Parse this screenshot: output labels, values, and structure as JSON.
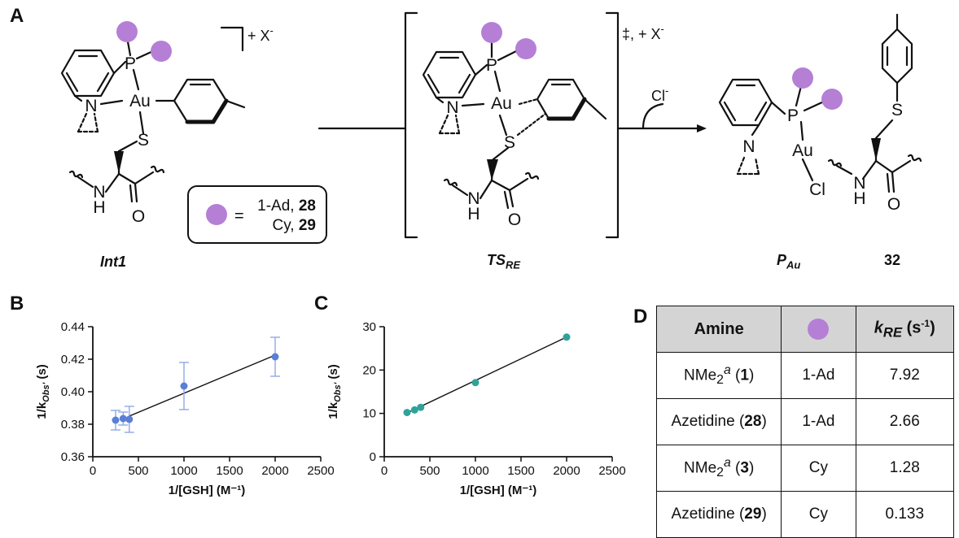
{
  "figure": {
    "panels": {
      "a": "A",
      "b": "B",
      "c": "C",
      "d": "D"
    },
    "scheme": {
      "int1_label": "Int1",
      "ts_label_main": "TS",
      "ts_label_sub": "RE",
      "pau_label_main": "P",
      "pau_label_sub": "Au",
      "cmpd32_label": "32",
      "charge_int1": "+ X",
      "charge_int1_sup": "-",
      "charge_ts": "‡, + X",
      "charge_ts_sup": "-",
      "reagent": "Cl",
      "reagent_sup": "-",
      "atoms": {
        "P": "P",
        "Au": "Au",
        "N": "N",
        "S": "S",
        "O": "O",
        "H": "H",
        "Cl": "Cl"
      },
      "legend": {
        "eq": "=",
        "line1_name": "1-Ad, ",
        "line1_num": "28",
        "line2_name": "Cy, ",
        "line2_num": "29"
      },
      "colors": {
        "ligand_circle": "#b57fd6"
      }
    },
    "table": {
      "headers": {
        "amine": "Amine",
        "kre_main": "k",
        "kre_sub": "RE",
        "kre_unit": " (s",
        "kre_unit_sup": "-1",
        "kre_close": ")"
      },
      "rows": [
        {
          "amine_name": "NMe",
          "amine_sub": "2",
          "amine_sup": "a",
          "amine_open": " (",
          "amine_num": "1",
          "amine_close": ")",
          "ligand": "1-Ad",
          "kre": "7.92"
        },
        {
          "amine_name": "Azetidine",
          "amine_sub": "",
          "amine_sup": "",
          "amine_open": " (",
          "amine_num": "28",
          "amine_close": ")",
          "ligand": "1-Ad",
          "kre": "2.66"
        },
        {
          "amine_name": "NMe",
          "amine_sub": "2",
          "amine_sup": "a",
          "amine_open": " (",
          "amine_num": "3",
          "amine_close": ")",
          "ligand": "Cy",
          "kre": "1.28"
        },
        {
          "amine_name": "Azetidine",
          "amine_sub": "",
          "amine_sup": "",
          "amine_open": " (",
          "amine_num": "29",
          "amine_close": ")",
          "ligand": "Cy",
          "kre": "0.133"
        }
      ]
    }
  },
  "chart_data": [
    {
      "type": "scatter",
      "panel": "B",
      "xlabel": "1/[GSH] (M⁻¹)",
      "ylabel_main": "1/k",
      "ylabel_sub": "Obs'",
      "ylabel_unit": " (s)",
      "xlim": [
        0,
        2500
      ],
      "ylim": [
        0.36,
        0.44
      ],
      "xticks": [
        0,
        500,
        1000,
        1500,
        2000,
        2500
      ],
      "yticks": [
        0.36,
        0.38,
        0.4,
        0.42,
        0.44
      ],
      "ytick_labels": [
        "0.36",
        "0.38",
        "0.40",
        "0.42",
        "0.44"
      ],
      "grid": false,
      "color": "#5b7fd6",
      "error_color": "#8fa8e8",
      "points": [
        {
          "x": 250,
          "y": 0.3825,
          "err": 0.006
        },
        {
          "x": 333,
          "y": 0.3835,
          "err": 0.004
        },
        {
          "x": 400,
          "y": 0.383,
          "err": 0.008
        },
        {
          "x": 1000,
          "y": 0.4035,
          "err": 0.0145
        },
        {
          "x": 2000,
          "y": 0.4215,
          "err": 0.012
        }
      ],
      "fit": {
        "x": [
          400,
          2000
        ],
        "y": [
          0.385,
          0.4225
        ]
      }
    },
    {
      "type": "scatter",
      "panel": "C",
      "xlabel": "1/[GSH] (M⁻¹)",
      "ylabel_main": "1/k",
      "ylabel_sub": "Obs'",
      "ylabel_unit": " (s)",
      "xlim": [
        0,
        2500
      ],
      "ylim": [
        0,
        30
      ],
      "xticks": [
        0,
        500,
        1000,
        1500,
        2000,
        2500
      ],
      "yticks": [
        0,
        10,
        20,
        30
      ],
      "ytick_labels": [
        "0",
        "10",
        "20",
        "30"
      ],
      "grid": false,
      "color": "#2fa39a",
      "error_color": "#2fa39a",
      "points": [
        {
          "x": 250,
          "y": 10.2,
          "err": 0
        },
        {
          "x": 333,
          "y": 10.8,
          "err": 0
        },
        {
          "x": 400,
          "y": 11.4,
          "err": 0
        },
        {
          "x": 1000,
          "y": 17.1,
          "err": 0
        },
        {
          "x": 2000,
          "y": 27.6,
          "err": 0
        }
      ],
      "fit": {
        "x": [
          250,
          2000
        ],
        "y": [
          10.1,
          27.6
        ]
      }
    }
  ]
}
